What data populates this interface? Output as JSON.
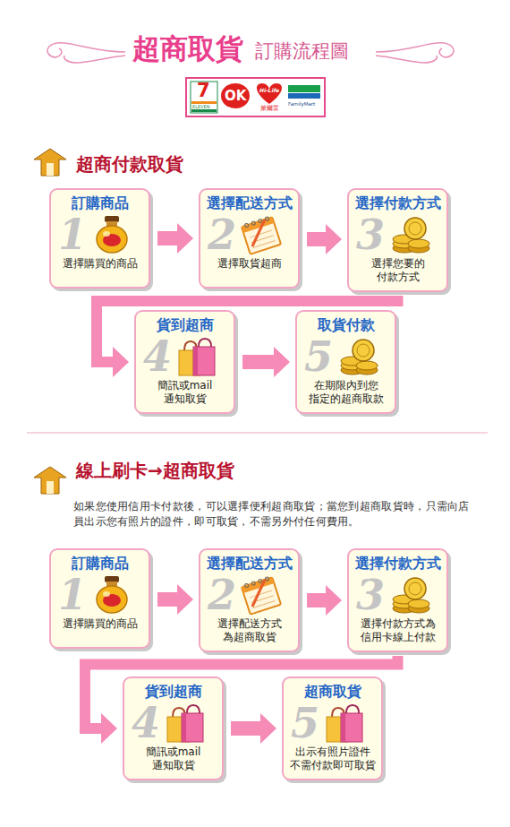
{
  "diagram": {
    "title": "超商取貨",
    "nodes": [
      {
        "text": [
          "訂購商品",
          "選擇購買的商品"
        ]
      },
      {
        "text": [
          "選擇配送方式",
          "選擇取貨超商"
        ]
      },
      {
        "text": [
          "選擇付款方式",
          "選擇您要的 付款方式"
        ]
      },
      {
        "text": [
          "貨到超商",
          "簡訊或mail 通知取貨"
        ]
      },
      {
        "text": [
          "取貨付款",
          "在期限內到您 指定的超商取款"
        ]
      },
      {
        "text": [
          "訂購商品",
          "選擇購買的商品"
        ]
      },
      {
        "text": [
          "選擇配送方式",
          "選擇配送方式 為超商取貨"
        ]
      },
      {
        "text": [
          "選擇付款方式",
          "選擇付款方式為 信用卡線上付款"
        ]
      },
      {
        "text": [
          "貨到超商",
          "簡訊或mail 通知取貨"
        ]
      },
      {
        "text": [
          "超商取貨",
          "出示有照片證件 不需付款即可取貨"
        ]
      }
    ],
    "edges": [
      {
        "from": 0,
        "to": 1,
        "arrow": "to"
      },
      {
        "from": 1,
        "to": 2,
        "arrow": "to"
      },
      {
        "from": 2,
        "to": 3,
        "arrow": "to"
      },
      {
        "from": 3,
        "to": 4,
        "arrow": "to"
      },
      {
        "from": 5,
        "to": 6,
        "arrow": "to"
      },
      {
        "from": 6,
        "to": 7,
        "arrow": "to"
      },
      {
        "from": 7,
        "to": 8,
        "arrow": "to"
      },
      {
        "from": 8,
        "to": 9,
        "arrow": "to"
      }
    ],
    "labels": [
      "訂購流程圖",
      "7",
      "ELEVEN",
      "OK",
      "Hi-Life",
      "萊爾富",
      "FamilyMart",
      "超商付款取貨",
      "1",
      "2",
      "3",
      "4",
      "5",
      "線上刷卡→超商取貨",
      "如果您使用信用卡付款後，可以選擇便利超商取貨；當您到超商取貨時，只需向店員出示您有照片的證件，即可取貨，不需另外付任何費用。",
      "1",
      "2",
      "3",
      "4",
      "5"
    ]
  }
}
